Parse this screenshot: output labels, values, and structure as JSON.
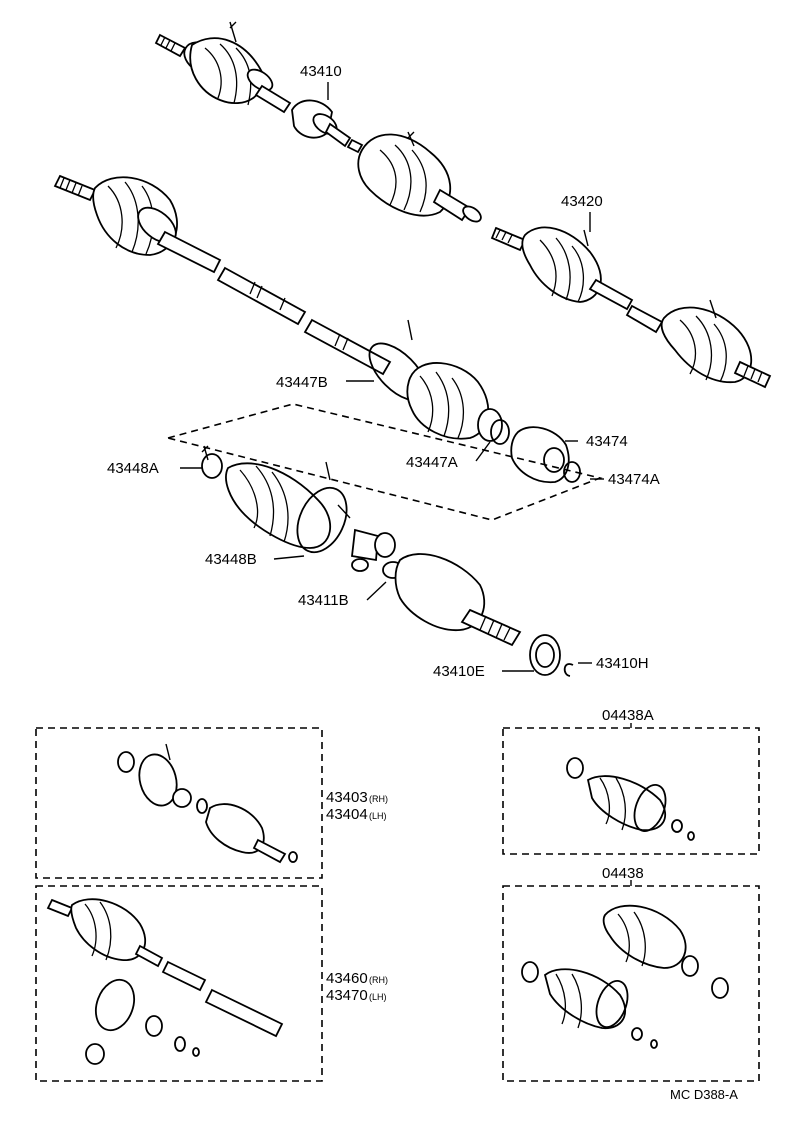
{
  "labels": {
    "p43410": "43410",
    "p43420": "43420",
    "p43447B": "43447B",
    "p43474": "43474",
    "p43448A": "43448A",
    "p43447A": "43447A",
    "p43474A": "43474A",
    "p43448B": "43448B",
    "p43411B": "43411B",
    "p43410E": "43410E",
    "p43410H": "43410H",
    "p04438A": "04438A",
    "p04438": "04438",
    "p43403": "43403",
    "p43404": "43404",
    "p43460": "43460",
    "p43470": "43470",
    "rh": "(RH)",
    "lh": "(LH)",
    "code": "MC D388-A"
  }
}
